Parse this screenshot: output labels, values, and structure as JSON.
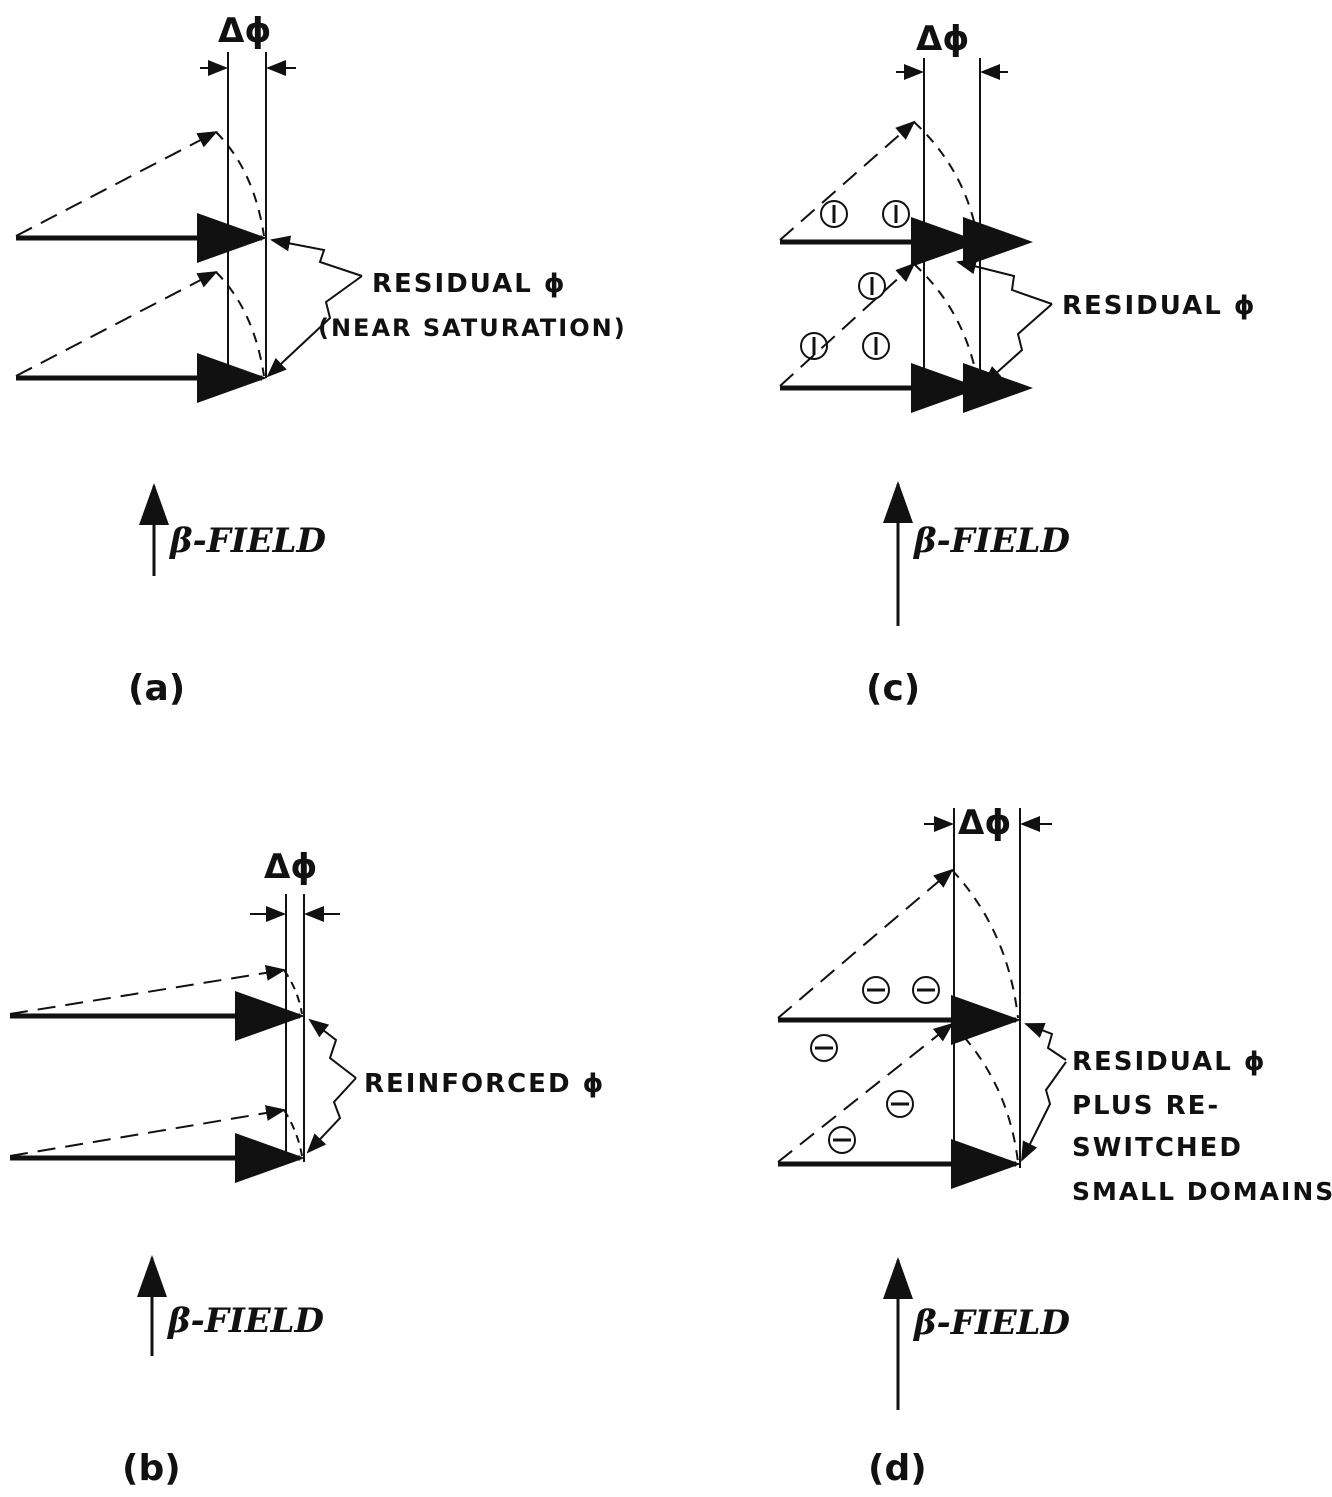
{
  "panels": {
    "a": {
      "caption": "(a)",
      "delta_label": "Δϕ",
      "annotation_lines": [
        "RESIDUAL ϕ",
        "(NEAR SATURATION)"
      ],
      "field_label": "β-FIELD"
    },
    "b": {
      "caption": "(b)",
      "delta_label": "Δϕ",
      "annotation_lines": [
        "REINFORCED ϕ"
      ],
      "field_label": "β-FIELD"
    },
    "c": {
      "caption": "(c)",
      "delta_label": "Δϕ",
      "annotation_lines": [
        "RESIDUAL ϕ"
      ],
      "field_label": "β-FIELD"
    },
    "d": {
      "caption": "(d)",
      "delta_label": "Δϕ",
      "annotation_lines": [
        "RESIDUAL ϕ",
        "PLUS RE-",
        "SWITCHED",
        "SMALL DOMAINS."
      ],
      "field_label": "β-FIELD"
    }
  },
  "ink_color": "#111111"
}
